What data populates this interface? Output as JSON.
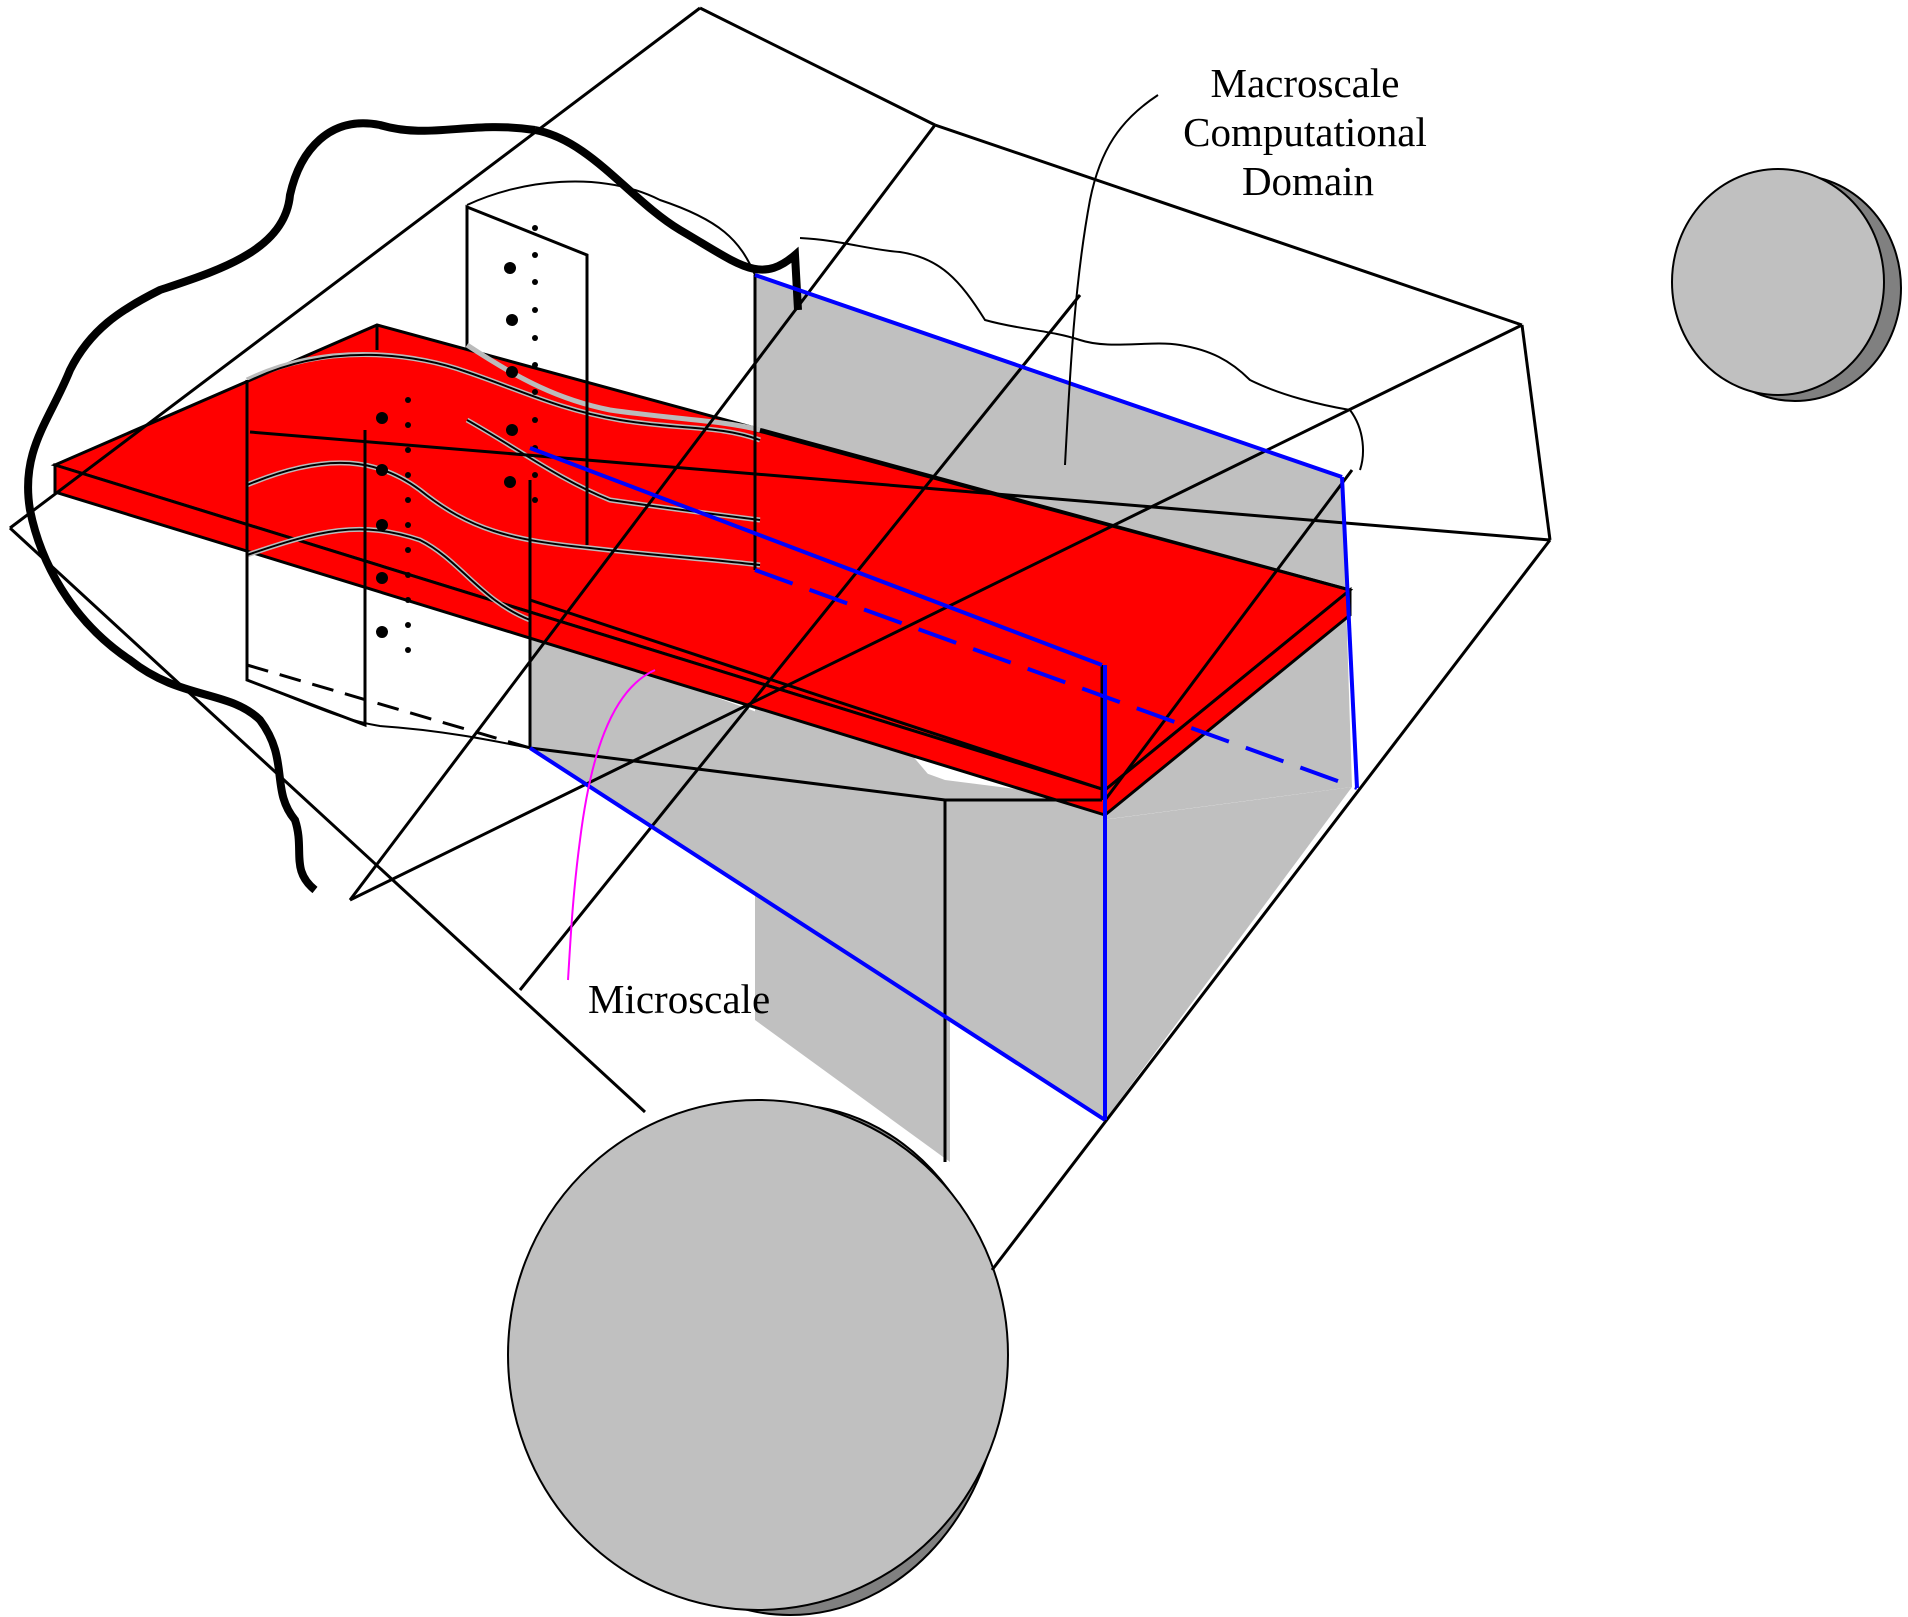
{
  "labels": {
    "macro_line1": "Macroscale",
    "macro_line2": "Computational",
    "macro_line3": "Domain",
    "micro": "Microscale"
  },
  "colors": {
    "background": "#ffffff",
    "slab": "#ff0000",
    "shaded_face": "#c0c0c0",
    "disk_face": "#c0c0c0",
    "disk_edge": "#808080",
    "blue_edges": "#0000ff",
    "micro_leader": "#ff00ff",
    "lines": "#000000"
  }
}
